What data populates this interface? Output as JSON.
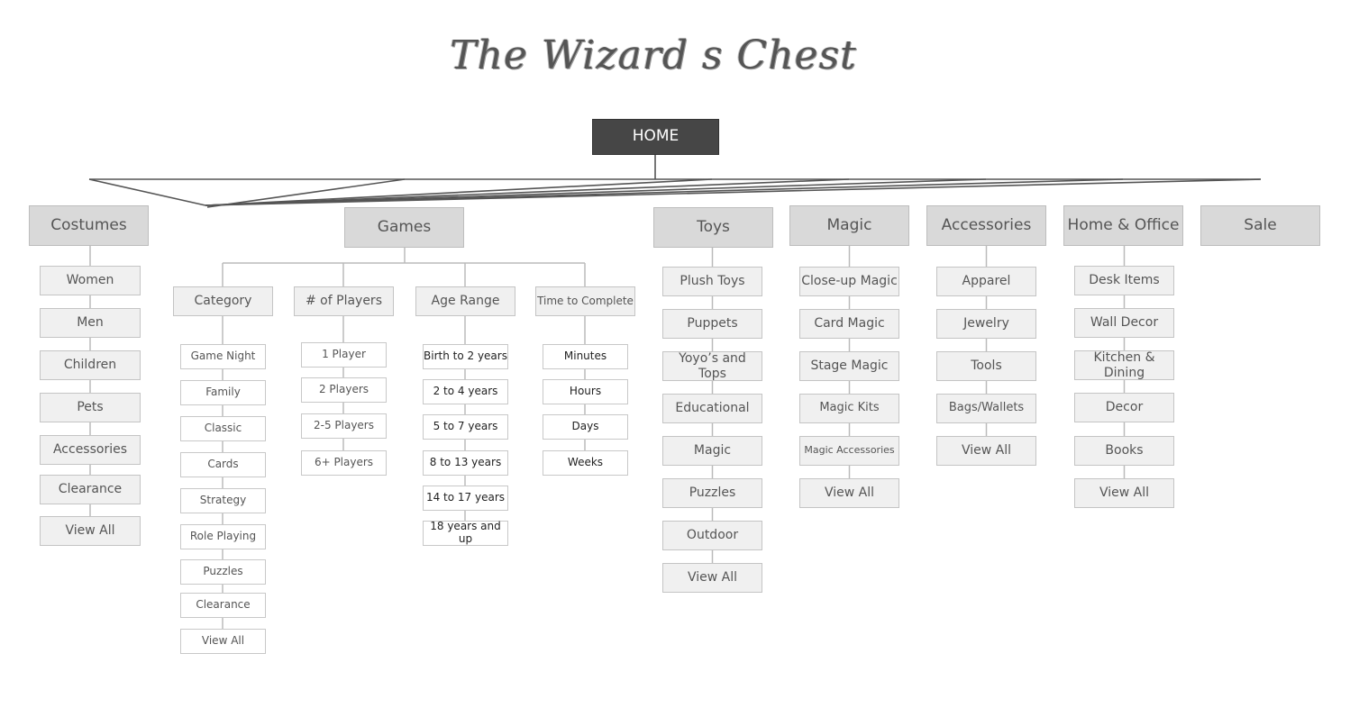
{
  "title": "The Wizard s Chest",
  "home": "HOME",
  "categories": {
    "costumes": {
      "label": "Costumes",
      "items": [
        "Women",
        "Men",
        "Children",
        "Pets",
        "Accessories",
        "Clearance",
        "View All"
      ]
    },
    "games": {
      "label": "Games",
      "groups": [
        {
          "label": "Category",
          "items": [
            "Game Night",
            "Family",
            "Classic",
            "Cards",
            "Strategy",
            "Role Playing",
            "Puzzles",
            "Clearance",
            "View All"
          ]
        },
        {
          "label": "# of Players",
          "items": [
            "1 Player",
            "2 Players",
            "2-5 Players",
            "6+ Players"
          ]
        },
        {
          "label": "Age Range",
          "items": [
            "Birth to 2 years",
            "2 to 4 years",
            "5 to 7 years",
            "8 to 13 years",
            "14 to 17 years",
            "18 years and up"
          ]
        },
        {
          "label": "Time to Complete",
          "items": [
            "Minutes",
            "Hours",
            "Days",
            "Weeks"
          ]
        }
      ]
    },
    "toys": {
      "label": "Toys",
      "items": [
        "Plush Toys",
        "Puppets",
        "Yoyo’s and Tops",
        "Educational",
        "Magic",
        "Puzzles",
        "Outdoor",
        "View All"
      ]
    },
    "magic": {
      "label": "Magic",
      "items": [
        "Close-up Magic",
        "Card Magic",
        "Stage Magic",
        "Magic Kits",
        "Magic Accessories",
        "View All"
      ]
    },
    "accessories": {
      "label": "Accessories",
      "items": [
        "Apparel",
        "Jewelry",
        "Tools",
        "Bags/Wallets",
        "View All"
      ]
    },
    "home_office": {
      "label": "Home & Office",
      "items": [
        "Desk Items",
        "Wall Decor",
        "Kitchen & Dining",
        "Decor",
        "Books",
        "View All"
      ]
    },
    "sale": {
      "label": "Sale"
    }
  }
}
